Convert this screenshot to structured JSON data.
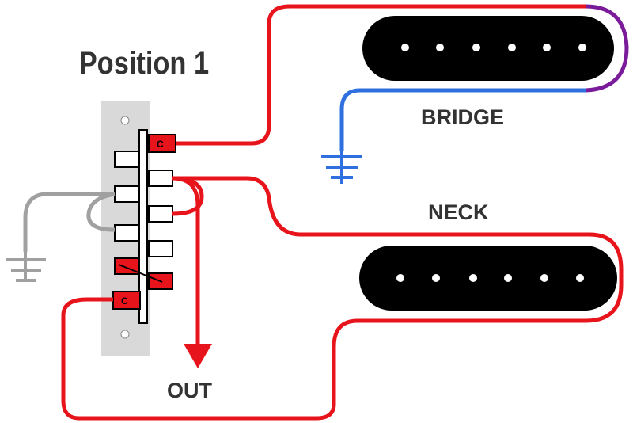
{
  "diagram": {
    "title": "Position 1",
    "labels": {
      "bridge": "BRIDGE",
      "neck": "NECK",
      "out": "OUT"
    },
    "switch": {
      "common_label_top": "C",
      "common_label_bottom": "C"
    },
    "pickups": [
      {
        "name": "bridge",
        "pole_count": 6
      },
      {
        "name": "neck",
        "pole_count": 6
      }
    ],
    "colors": {
      "hot_wire": "#e8141c",
      "ground_wire": "#a0a0a0",
      "bridge_ground": "#2f6fe0",
      "bridge_series": "#7a1c9a",
      "pickup_body": "#000000",
      "pole": "#ffffff",
      "switch_plate": "#d9d9d9",
      "text": "#333333"
    },
    "icons": [
      "ground-symbol-icon",
      "output-arrow-icon"
    ]
  }
}
